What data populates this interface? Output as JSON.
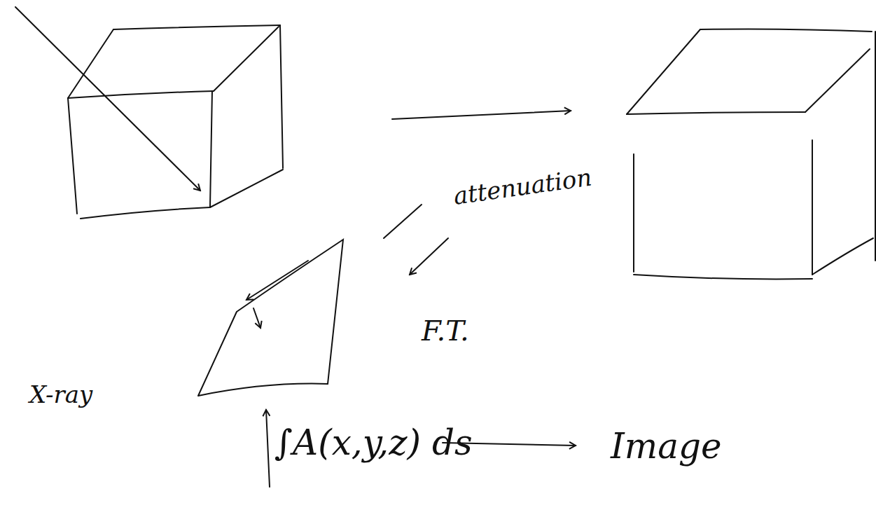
{
  "diagram": {
    "labels": [
      "F.T.",
      "X-ray",
      "attenuation",
      "∫A(x,y,z) ds",
      "Image"
    ]
  }
}
